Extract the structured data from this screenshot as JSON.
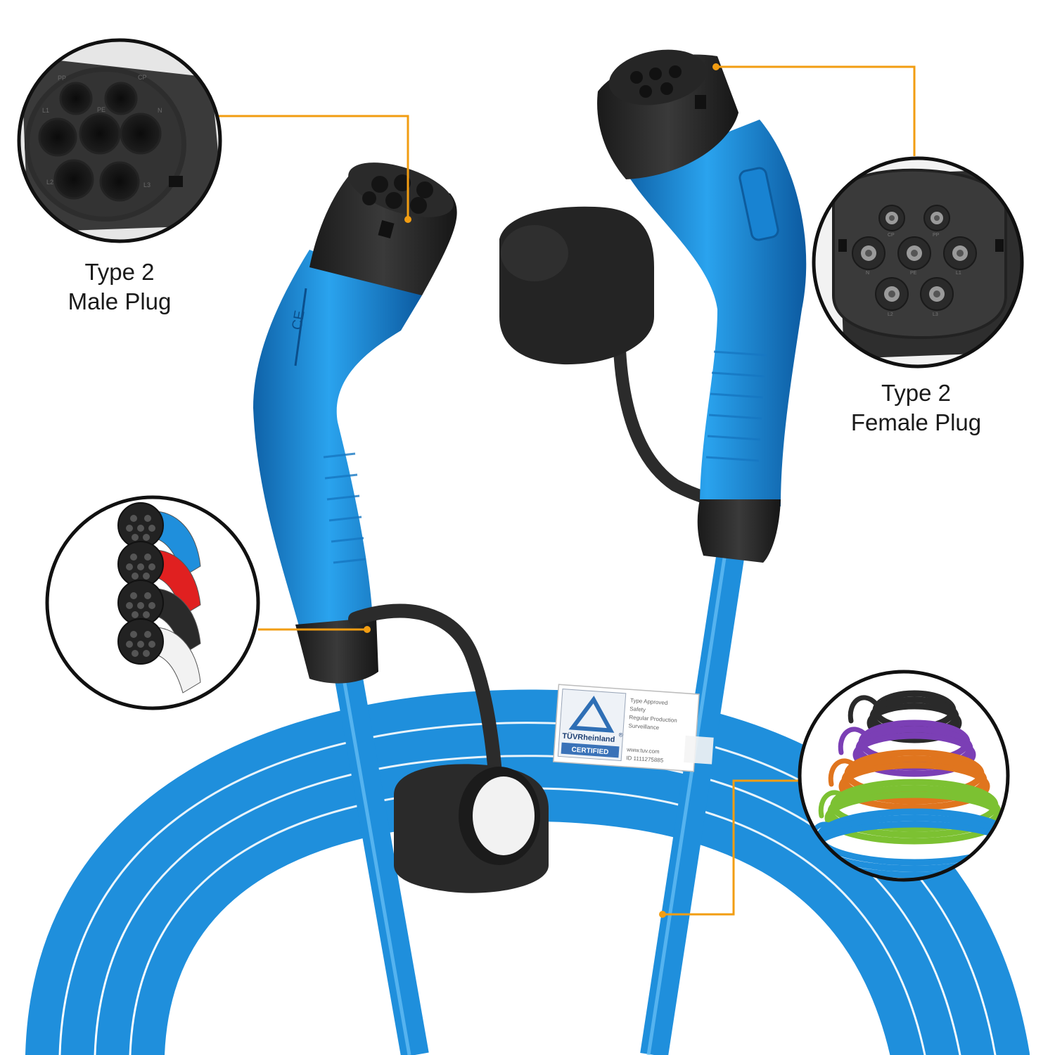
{
  "labels": {
    "male": {
      "line1": "Type 2",
      "line2": "Male Plug"
    },
    "female": {
      "line1": "Type 2",
      "line2": "Female Plug"
    }
  },
  "male_pins": [
    "PP",
    "CP",
    "L1",
    "PE",
    "N",
    "L2",
    "L3"
  ],
  "female_pins": [
    "CP",
    "PP",
    "N",
    "PE",
    "L1",
    "L2",
    "L3"
  ],
  "variant_colors": [
    "#1f8fdc",
    "#e02020",
    "#2a2a2a",
    "#f2f2f2"
  ],
  "coil_colors": [
    "#2a2a2a",
    "#7b3fb5",
    "#e0751e",
    "#7cc132",
    "#1f8fdc"
  ],
  "certificate": {
    "brand": "TÜVRheinland",
    "registered": "®",
    "badge": "CERTIFIED",
    "lines": [
      "Type Approved",
      "Safety",
      "Regular Production",
      "Surveillance"
    ],
    "url": "www.tuv.com",
    "id": "ID  1111275885"
  },
  "colors": {
    "cable": "#1f8fdc",
    "connector_black": "#2b2b2b",
    "callout_line": "#f29d12",
    "circle_border": "#111111"
  },
  "icons": [
    "tuv-triangle-icon",
    "ce-mark-icon"
  ]
}
